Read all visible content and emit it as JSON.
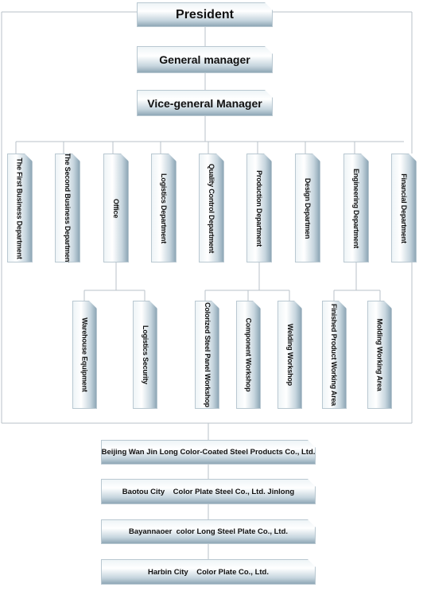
{
  "top": {
    "president": "President",
    "general_manager": "General manager",
    "vice_general_manager": "Vice-general Manager"
  },
  "departments": [
    "The First Business Department",
    "The Second Business Department",
    "Office",
    "Logistics Department",
    "Quality Control Department",
    "Production Department",
    "Design Departmen",
    "Engineering Department",
    "Financial Department"
  ],
  "sub_units": [
    "Warehouse Equipment",
    "Logistics Security",
    "Colorized Steel Panel Workshop",
    "Component Workshop",
    "Welding Workshop",
    "Finished Product Working Area",
    "Molding Working Area"
  ],
  "companies": [
    "Beijing Wan Jin Long Color-Coated Steel Products Co., Ltd.",
    "Baotou City    Color Plate Steel Co., Ltd. Jinlong",
    "Bayannaoer  color Long Steel Plate Co., Ltd.",
    "Harbin City    Color Plate Co., Ltd."
  ]
}
